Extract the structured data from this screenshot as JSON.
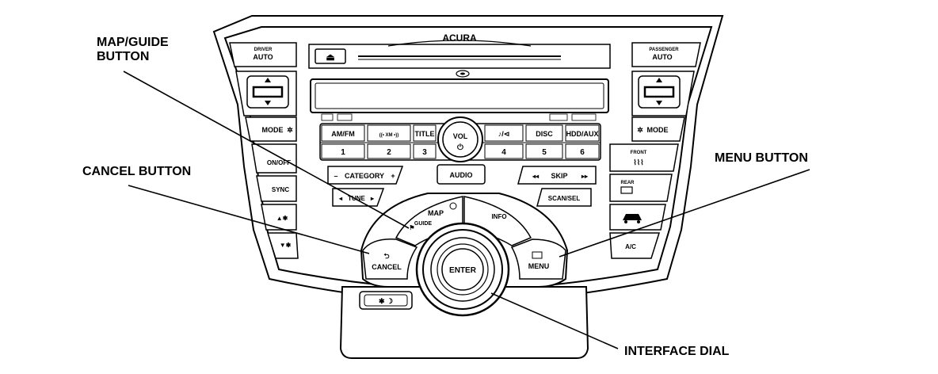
{
  "callouts": {
    "map_guide_line1": "MAP/GUIDE",
    "map_guide_line2": "BUTTON",
    "cancel": "CANCEL BUTTON",
    "menu": "MENU BUTTON",
    "interface_dial": "INTERFACE DIAL"
  },
  "panel": {
    "brand": "ACURA",
    "eject_symbol": "⏏",
    "driver_label": "DRIVER",
    "driver_auto": "AUTO",
    "passenger_label": "PASSENGER",
    "passenger_auto": "AUTO",
    "mode_left": "MODE",
    "mode_right": "MODE",
    "on_off": "ON/OFF",
    "sync": "SYNC",
    "front_label": "FRONT",
    "rear_label": "REAR",
    "ac": "A/C",
    "fan_up": "▲✱",
    "fan_down": "▼✱"
  },
  "audio": {
    "top_keys": [
      "AM/FM",
      "((• XM •))",
      "TITLE",
      "♪/⊲",
      "DISC",
      "HDD/AUX"
    ],
    "presets": [
      "1",
      "2",
      "3",
      "4",
      "5",
      "6"
    ],
    "vol": "VOL",
    "power_symbol": "⏻",
    "audio": "AUDIO",
    "category": "CATEGORY",
    "tune": "TUNE",
    "skip": "SKIP",
    "scan_sel": "SCAN/SEL"
  },
  "nav": {
    "map": "MAP",
    "guide": "GUIDE",
    "info": "INFO",
    "cancel": "CANCEL",
    "menu": "MENU",
    "enter": "ENTER",
    "day_night": "✱ ☽"
  }
}
